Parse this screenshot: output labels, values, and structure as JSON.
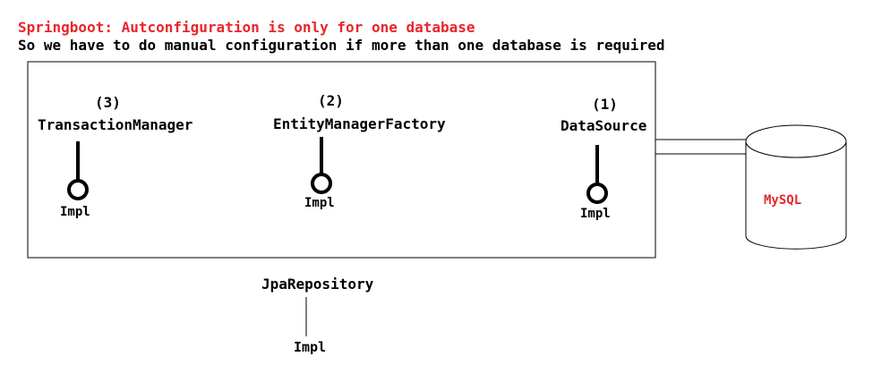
{
  "header": {
    "title": "Springboot: Autconfiguration is only for one database",
    "subtitle": "So we have to do manual configuration if more than one database is required"
  },
  "components": [
    {
      "number": "(3)",
      "name": "TransactionManager",
      "impl": "Impl"
    },
    {
      "number": "(2)",
      "name": "EntityManagerFactory",
      "impl": "Impl"
    },
    {
      "number": "(1)",
      "name": "DataSource",
      "impl": "Impl"
    }
  ],
  "database": {
    "label": "MySQL"
  },
  "repository": {
    "name": "JpaRepository",
    "impl": "Impl"
  },
  "colors": {
    "accent": "#e8262b",
    "stroke": "#000000"
  }
}
